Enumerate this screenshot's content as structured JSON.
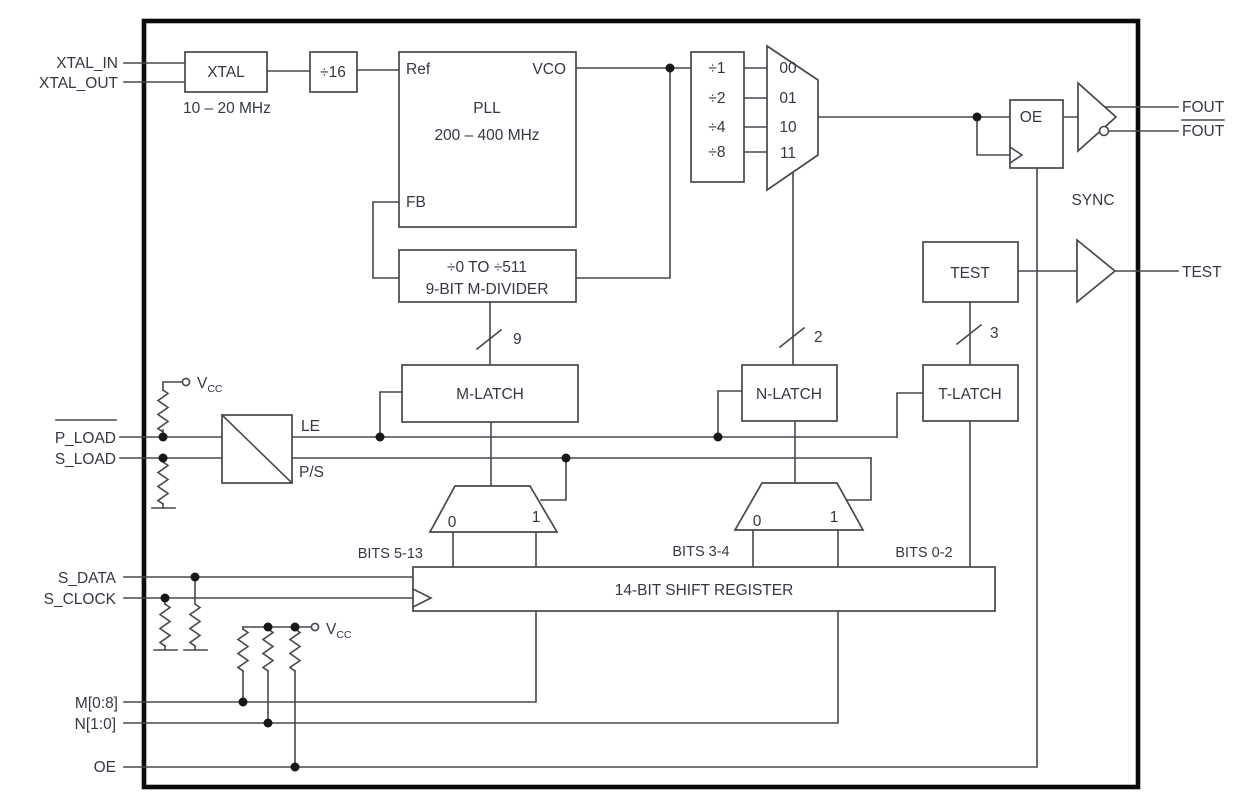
{
  "pins": {
    "left": {
      "xtal_in": "XTAL_IN",
      "xtal_out": "XTAL_OUT",
      "p_load": "P_LOAD",
      "s_load": "S_LOAD",
      "s_data": "S_DATA",
      "s_clock": "S_CLOCK",
      "m_parallel": "M[0:8]",
      "n_parallel": "N[1:0]",
      "oe": "OE"
    },
    "right": {
      "fout": "FOUT",
      "fout_inv": "FOUT",
      "test": "TEST"
    }
  },
  "blocks": {
    "xtal": {
      "label": "XTAL",
      "freq": "10 – 20 MHz"
    },
    "prescaler": {
      "label": "÷16"
    },
    "pll": {
      "label": "PLL",
      "freq": "200 – 400 MHz",
      "port_ref": "Ref",
      "port_vco": "VCO",
      "port_fb": "FB"
    },
    "out_dividers": {
      "d1": "÷1",
      "d2": "÷2",
      "d4": "÷4",
      "d8": "÷8"
    },
    "out_mux": {
      "s00": "00",
      "s01": "01",
      "s10": "10",
      "s11": "11"
    },
    "m_divider": {
      "line1": "÷0 TO ÷511",
      "line2": "9-BIT M-DIVIDER"
    },
    "oe_ff": {
      "label": "OE"
    },
    "sync_label": "SYNC",
    "test_block": {
      "label": "TEST"
    },
    "m_latch": {
      "label": "M-LATCH"
    },
    "n_latch": {
      "label": "N-LATCH"
    },
    "t_latch": {
      "label": "T-LATCH"
    },
    "load_decoder": {
      "out_le": "LE",
      "out_ps": "P/S"
    },
    "m_mux": {
      "in0": "0",
      "in1": "1"
    },
    "n_mux": {
      "in0": "0",
      "in1": "1"
    },
    "shift_register": {
      "label": "14-BIT SHIFT REGISTER",
      "tap_m": "BITS 5-13",
      "tap_n": "BITS 3-4",
      "tap_t": "BITS 0-2"
    }
  },
  "bus_widths": {
    "m": "9",
    "n": "2",
    "t": "3"
  },
  "power": {
    "v": "V",
    "cc": "CC"
  },
  "colors": {
    "ink": "#45484e",
    "text": "#343843",
    "border": "#0b0b0b",
    "background": "#ffffff"
  }
}
